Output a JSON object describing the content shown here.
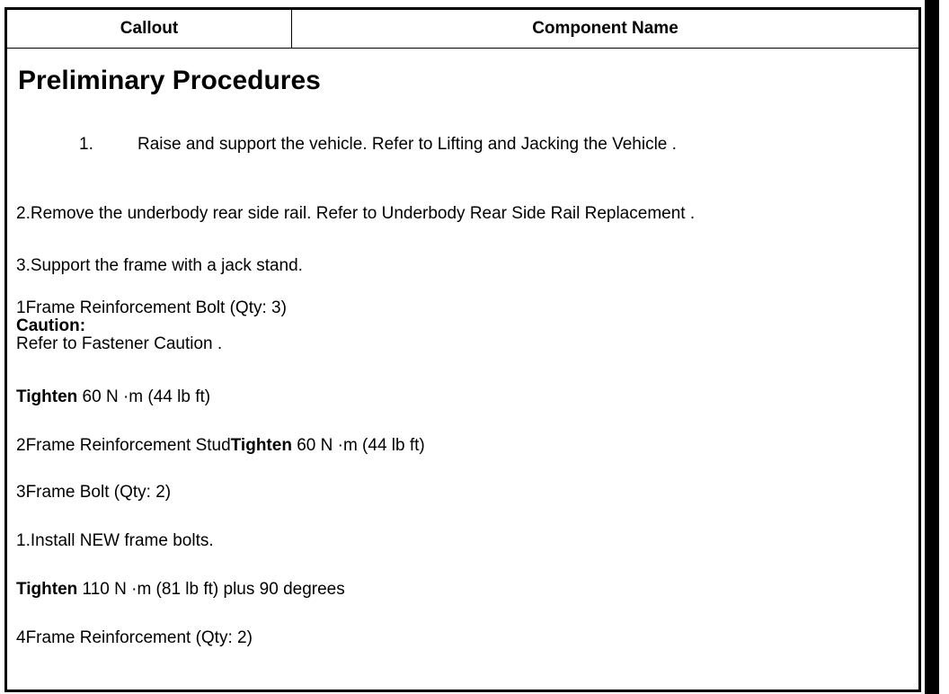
{
  "table_header": {
    "callout": "Callout",
    "component_name": "Component Name"
  },
  "section_title": "Preliminary Procedures",
  "steps": {
    "step1_num": "1.",
    "step1_text": "Raise and support the vehicle. Refer to Lifting and Jacking the Vehicle .",
    "step2": "2.Remove the underbody rear side rail. Refer to Underbody Rear Side Rail Replacement .",
    "step3": "3.Support the frame with a jack stand."
  },
  "items": {
    "item1": "1Frame Reinforcement Bolt (Qty: 3)",
    "caution_label": "Caution:",
    "caution_text": "Refer to Fastener Caution .",
    "tighten_label": "Tighten",
    "item1_torque": " 60 N ·m (44 lb ft)",
    "item2": "2Frame Reinforcement Stud",
    "item2_torque": " 60 N ·m (44 lb ft)",
    "item3": "3Frame Bolt (Qty: 2)",
    "item3_step": "1.Install NEW frame bolts.",
    "item3_torque": " 110 N ·m (81 lb ft) plus 90 degrees",
    "item4": "4Frame Reinforcement (Qty: 2)"
  }
}
